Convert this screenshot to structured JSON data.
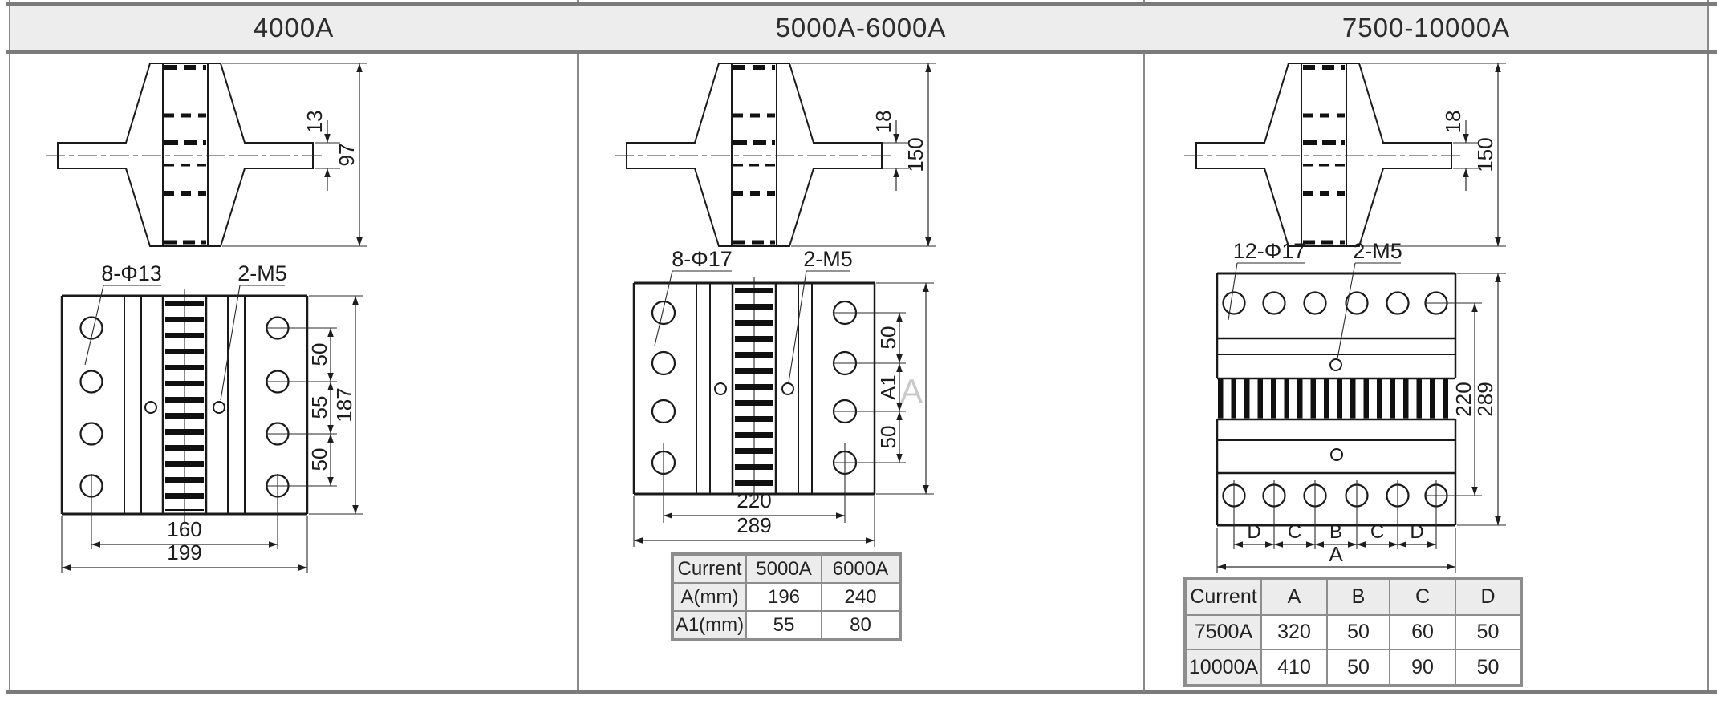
{
  "colors": {
    "rule": "#7b7b7b",
    "header_band": "#ededed",
    "table_border": "#8d8d8d",
    "line": "#1a1a1a"
  },
  "panels": [
    {
      "title": "4000A",
      "side": {
        "thickness": "13",
        "height": "97"
      },
      "front": {
        "holes_label": "8-Φ13",
        "tap_label": "2-M5",
        "pitch": [
          "50",
          "55",
          "50"
        ],
        "height": "187",
        "width_inner": "160",
        "width_outer": "199"
      }
    },
    {
      "title": "5000A-6000A",
      "side": {
        "thickness": "18",
        "height": "150"
      },
      "front": {
        "holes_label": "8-Φ17",
        "tap_label": "2-M5",
        "pitch": [
          "50",
          "A1",
          "50"
        ],
        "height_var": "A",
        "width_inner": "220",
        "width_outer": "289"
      },
      "table": {
        "headers": [
          "Current",
          "5000A",
          "6000A"
        ],
        "rows": [
          [
            "A(mm)",
            "196",
            "240"
          ],
          [
            "A1(mm)",
            "55",
            "80"
          ]
        ]
      }
    },
    {
      "title": "7500-10000A",
      "side": {
        "thickness": "18",
        "height": "150"
      },
      "front": {
        "holes_label": "12-Φ17",
        "tap_label": "2-M5",
        "span_inner": "220",
        "span_outer": "289",
        "segments": [
          "D",
          "C",
          "B",
          "C",
          "D"
        ],
        "width_var": "A"
      },
      "table": {
        "headers": [
          "Current",
          "A",
          "B",
          "C",
          "D"
        ],
        "rows": [
          [
            "7500A",
            "320",
            "50",
            "60",
            "50"
          ],
          [
            "10000A",
            "410",
            "50",
            "90",
            "50"
          ]
        ]
      }
    }
  ]
}
